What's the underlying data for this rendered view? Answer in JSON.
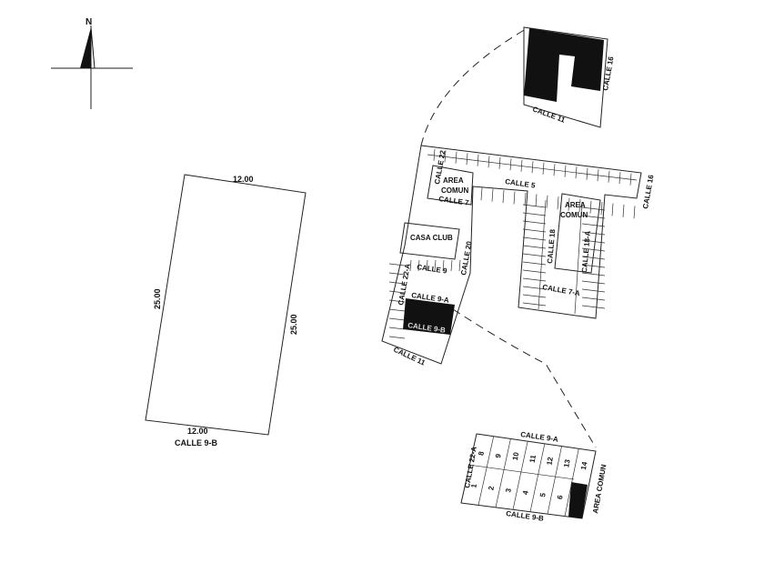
{
  "north": "N",
  "top_block": {
    "street_right": "CALLE 16",
    "street_bottom": "CALLE 11"
  },
  "complex": {
    "calle_22": "CALLE 22",
    "area_comun_1": [
      "AREA",
      "COMUN"
    ],
    "calle_5": "CALLE 5",
    "calle_16": "CALLE 16",
    "calle_7": "CALLE 7",
    "area_comun_2": [
      "AREA",
      "COMUN"
    ],
    "casa_club": "CASA CLUB",
    "calle_20": "CALLE 20",
    "calle_18": "CALLE 18",
    "calle_18a": "CALLE 18-A",
    "calle_9": "CALLE 9",
    "calle_22a": "CALLE 22-A",
    "calle_9a": "CALLE 9-A",
    "calle_9b": "CALLE 9-B",
    "calle_7a": "CALLE 7-A",
    "calle_11": "CALLE 11"
  },
  "lot": {
    "top": "12.00",
    "left": "25.00",
    "right": "25.00",
    "bottom": "12.00",
    "street": "CALLE 9-B"
  },
  "inset": {
    "street_top": "CALLE 9-A",
    "street_left": "CALLE 22-A",
    "street_bottom": "CALLE 9-B",
    "area_comun": "AREA COMUN",
    "lots_top": [
      "8",
      "9",
      "10",
      "11",
      "12",
      "13",
      "14"
    ],
    "lots_bottom": [
      "1",
      "2",
      "3",
      "4",
      "5",
      "6"
    ]
  }
}
